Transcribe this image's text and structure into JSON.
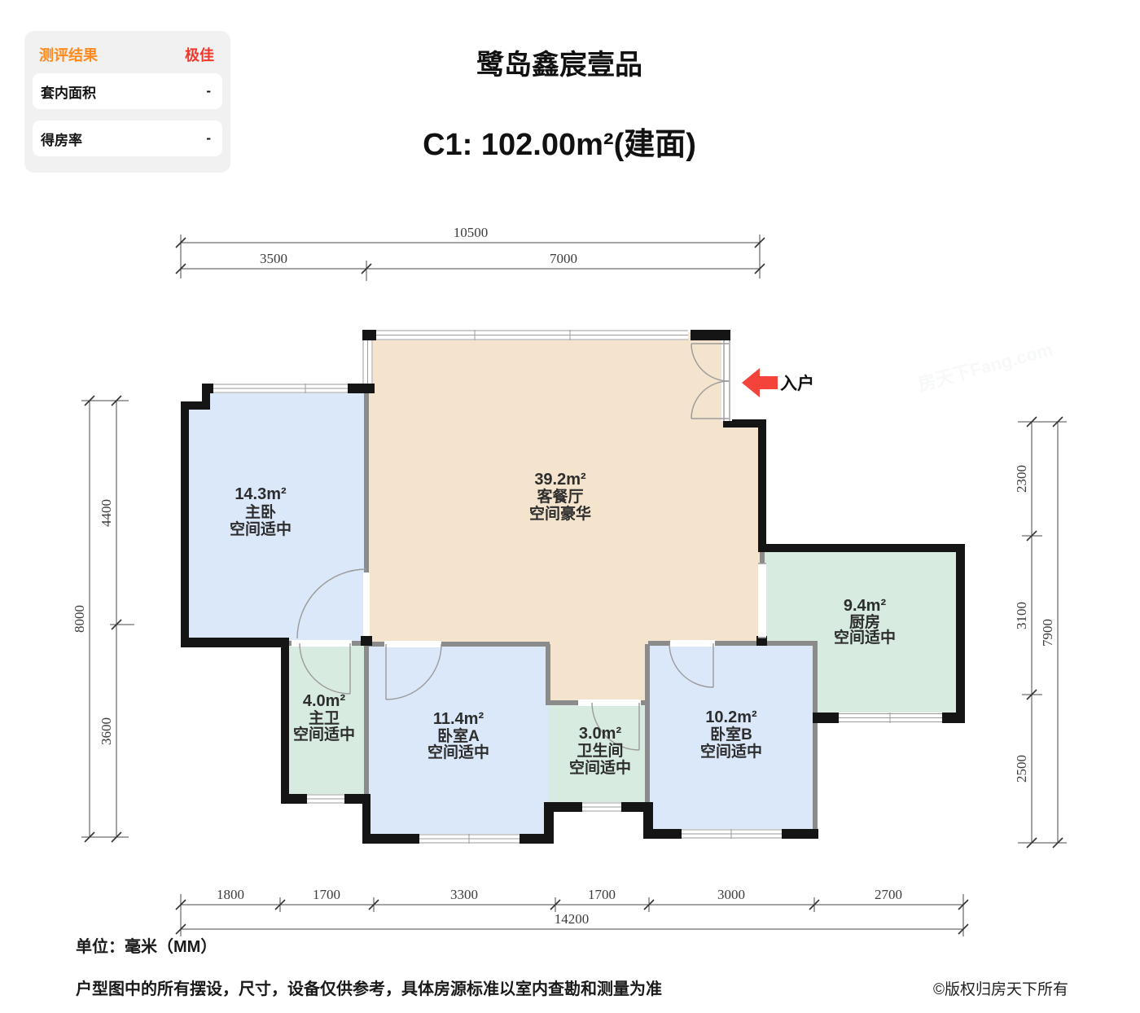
{
  "panel": {
    "title": "测评结果",
    "rating": "极佳",
    "rows": [
      {
        "label": "套内面积",
        "value": "-"
      },
      {
        "label": "得房率",
        "value": "-"
      }
    ]
  },
  "header": {
    "project_name": "鹭岛鑫宸壹品",
    "unit_title": "C1: 102.00m²(建面)"
  },
  "entry": {
    "label": "入户"
  },
  "rooms": [
    {
      "id": "master-bedroom",
      "area": "14.3m²",
      "name": "主卧",
      "assessment": "空间适中"
    },
    {
      "id": "living-dining",
      "area": "39.2m²",
      "name": "客餐厅",
      "assessment": "空间豪华"
    },
    {
      "id": "kitchen",
      "area": "9.4m²",
      "name": "厨房",
      "assessment": "空间适中"
    },
    {
      "id": "master-bath",
      "area": "4.0m²",
      "name": "主卫",
      "assessment": "空间适中"
    },
    {
      "id": "bedroom-a",
      "area": "11.4m²",
      "name": "卧室A",
      "assessment": "空间适中"
    },
    {
      "id": "bathroom",
      "area": "3.0m²",
      "name": "卫生间",
      "assessment": "空间适中"
    },
    {
      "id": "bedroom-b",
      "area": "10.2m²",
      "name": "卧室B",
      "assessment": "空间适中"
    }
  ],
  "dimensions": {
    "top": {
      "total": "10500",
      "segments": [
        "3500",
        "7000"
      ]
    },
    "bottom": {
      "total": "14200",
      "segments": [
        "1800",
        "1700",
        "3300",
        "1700",
        "3000",
        "2700"
      ]
    },
    "left": {
      "total": "8000",
      "segments": [
        "4400",
        "3600"
      ]
    },
    "right": {
      "total": "7900",
      "segments": [
        "2300",
        "3100",
        "2500"
      ]
    }
  },
  "footer": {
    "units": "单位：毫米（MM）",
    "disclaimer": "户型图中的所有摆设，尺寸，设备仅供参考，具体房源标准以室内查勘和测量为准",
    "copyright": "©版权归房天下所有"
  },
  "watermark": "房天下Fang.com",
  "colors": {
    "bedroom_fill": "#dbe8f9",
    "living_fill": "#f4e3cd",
    "service_fill": "#d7ebe1",
    "wall": "#151515",
    "partition": "#8b8b8b",
    "accent_orange": "#ff8a1e",
    "accent_red": "#f2372b",
    "arrow_red": "#f4433a"
  }
}
